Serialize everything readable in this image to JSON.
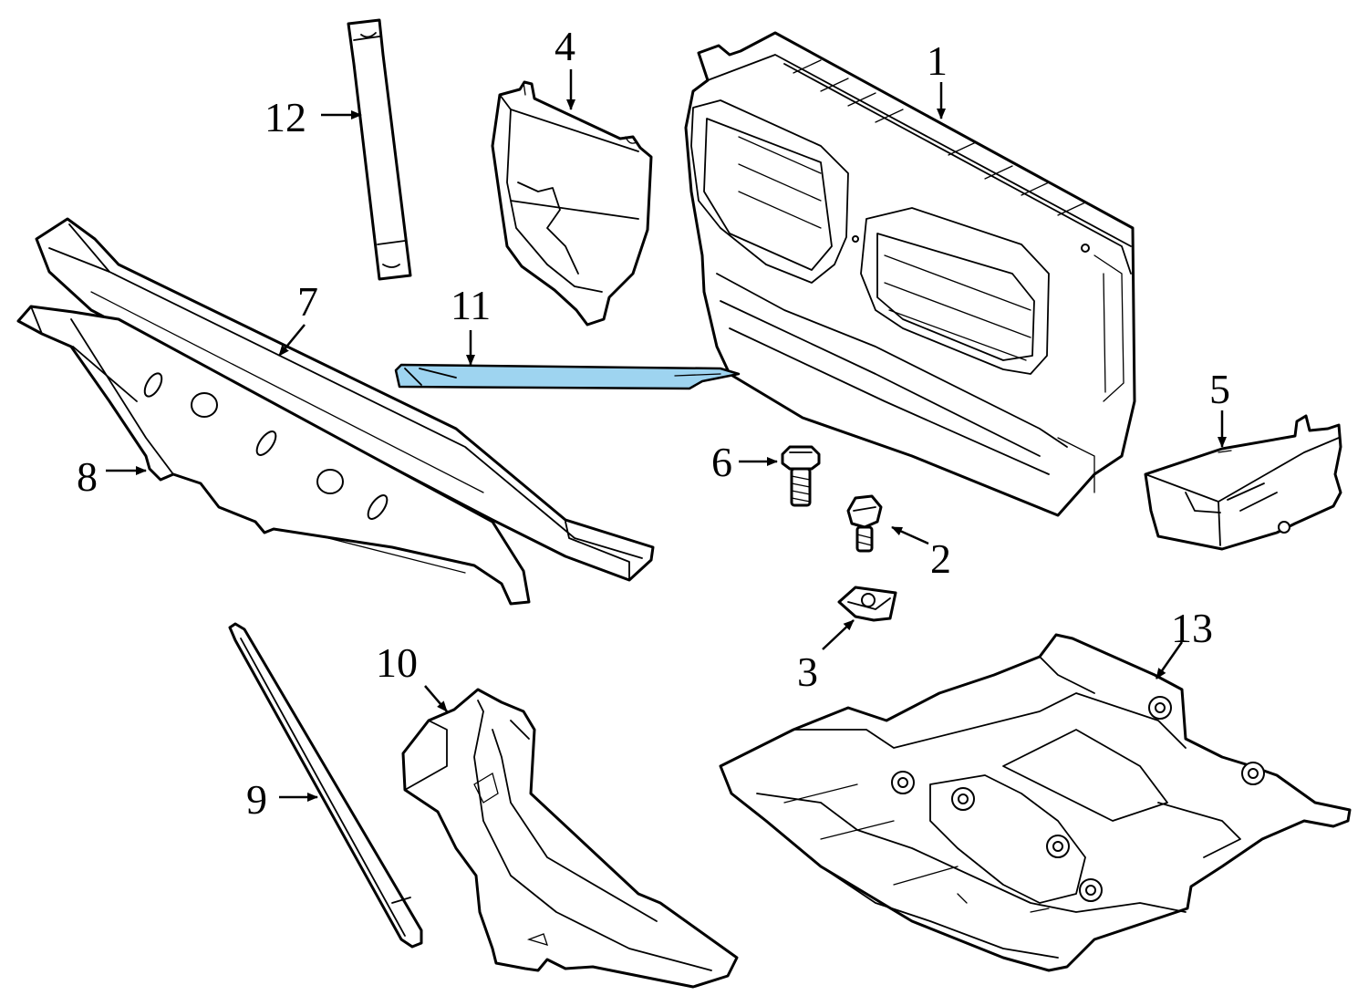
{
  "diagram": {
    "highlight_color": "#9ED4F0",
    "callouts": [
      {
        "id": "1",
        "label": "1"
      },
      {
        "id": "2",
        "label": "2"
      },
      {
        "id": "3",
        "label": "3"
      },
      {
        "id": "4",
        "label": "4"
      },
      {
        "id": "5",
        "label": "5"
      },
      {
        "id": "6",
        "label": "6"
      },
      {
        "id": "7",
        "label": "7"
      },
      {
        "id": "8",
        "label": "8"
      },
      {
        "id": "9",
        "label": "9"
      },
      {
        "id": "10",
        "label": "10"
      },
      {
        "id": "11",
        "label": "11"
      },
      {
        "id": "12",
        "label": "12"
      },
      {
        "id": "13",
        "label": "13"
      }
    ],
    "highlighted_part": "11"
  }
}
